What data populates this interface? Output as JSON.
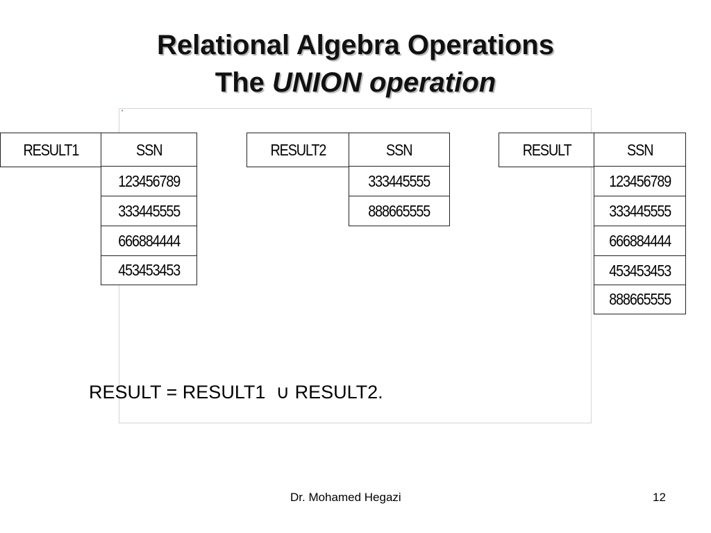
{
  "slide": {
    "title_line1": "Relational Algebra Operations",
    "title_line2_prefix": "The ",
    "title_line2_italic": "UNION operation",
    "formula": "RESULT = RESULT1  ∪ RESULT2.",
    "footer_author": "Dr. Mohamed Hegazi",
    "page_number": "12"
  },
  "tables": {
    "result1": {
      "name": "RESULT1",
      "column": "SSN",
      "rows": [
        "123456789",
        "333445555",
        "666884444",
        "453453453"
      ]
    },
    "result2": {
      "name": "RESULT2",
      "column": "SSN",
      "rows": [
        "333445555",
        "888665555"
      ]
    },
    "result": {
      "name": "RESULT",
      "column": "SSN",
      "rows": [
        "123456789",
        "333445555",
        "666884444",
        "453453453",
        "888665555"
      ]
    }
  }
}
